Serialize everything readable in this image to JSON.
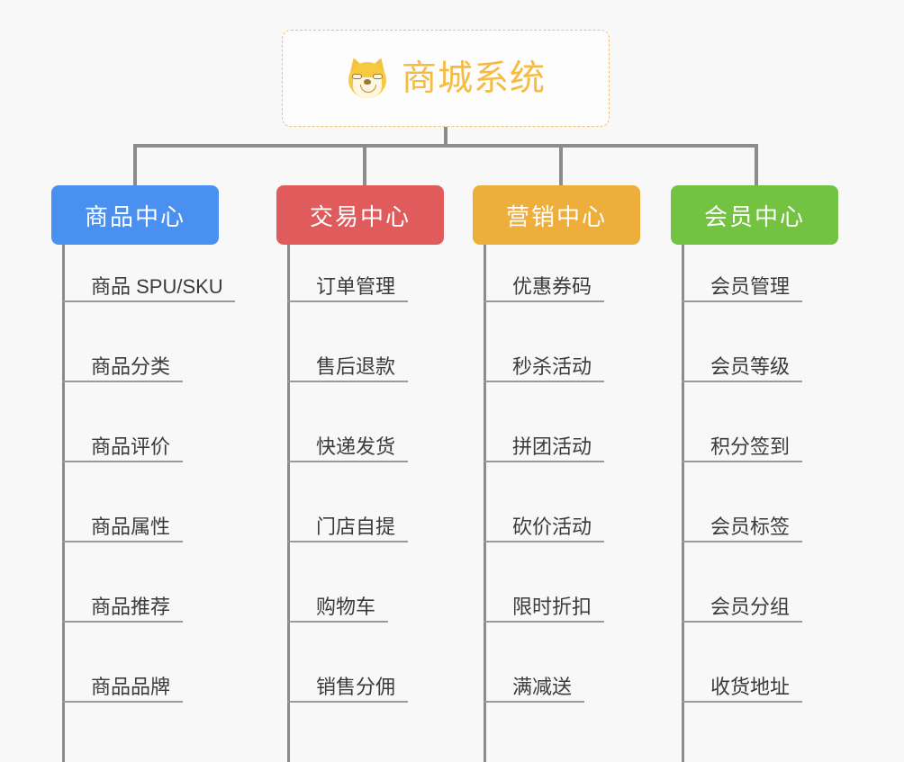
{
  "background_color": "#f8f8f9",
  "root": {
    "title": "商城系统",
    "icon": "shiba-inu-dog-icon",
    "text_color": "#f5bb42",
    "border_color": "#f0c070"
  },
  "connector_color": "#8c8c8c",
  "branches": [
    {
      "label": "商品中心",
      "color": "#4a90f0",
      "items": [
        "商品 SPU/SKU",
        "商品分类",
        "商品评价",
        "商品属性",
        "商品推荐",
        "商品品牌"
      ]
    },
    {
      "label": "交易中心",
      "color": "#e05c5c",
      "items": [
        "订单管理",
        "售后退款",
        "快递发货",
        "门店自提",
        "购物车",
        "销售分佣"
      ]
    },
    {
      "label": "营销中心",
      "color": "#eeae3c",
      "items": [
        "优惠券码",
        "秒杀活动",
        "拼团活动",
        "砍价活动",
        "限时折扣",
        "满减送"
      ]
    },
    {
      "label": "会员中心",
      "color": "#74c242",
      "items": [
        "会员管理",
        "会员等级",
        "积分签到",
        "会员标签",
        "会员分组",
        "收货地址"
      ]
    }
  ]
}
